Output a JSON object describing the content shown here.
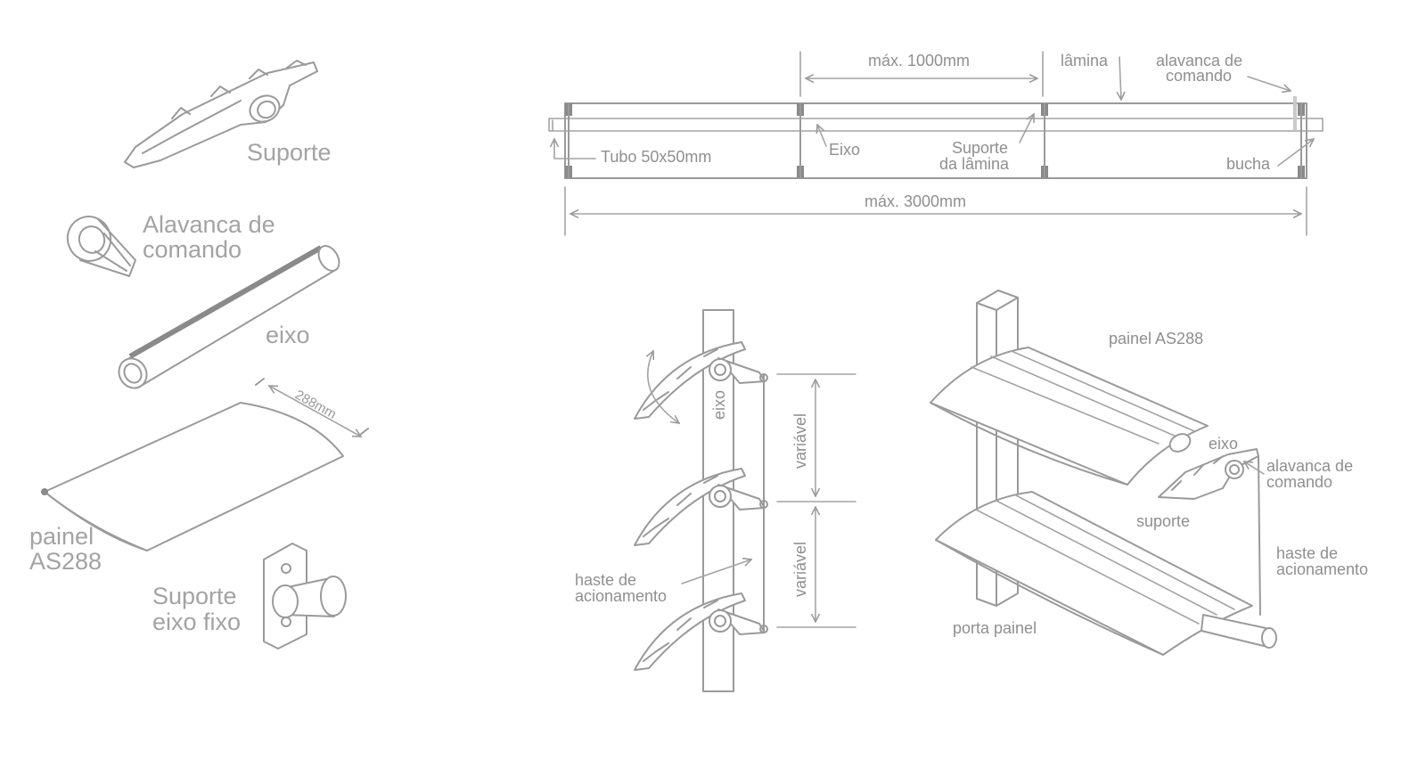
{
  "parts": {
    "suporte": "Suporte",
    "alavanca_l1": "Alavanca de",
    "alavanca_l2": "comando",
    "eixo": "eixo",
    "dim_288": "288mm",
    "painel_l1": "painel",
    "painel_l2": "AS288",
    "suporte_fixo_l1": "Suporte",
    "suporte_fixo_l2": "eixo fixo"
  },
  "plan": {
    "max_1000": "máx. 1000mm",
    "lamina": "lâmina",
    "alavanca_l1": "alavanca de",
    "alavanca_l2": "comando",
    "tubo": "Tubo 50x50mm",
    "eixo": "Eixo",
    "suporte_l1": "Suporte",
    "suporte_l2": "da lâmina",
    "bucha": "bucha",
    "max_3000": "máx. 3000mm"
  },
  "side": {
    "eixo": "eixo",
    "variavel_1": "variável",
    "variavel_2": "variável",
    "haste_l1": "haste de",
    "haste_l2": "acionamento"
  },
  "iso": {
    "painel": "painel AS288",
    "eixo": "eixo",
    "alavanca_l1": "alavanca de",
    "alavanca_l2": "comando",
    "suporte": "suporte",
    "haste_l1": "haste de",
    "haste_l2": "acionamento",
    "porta": "porta painel"
  },
  "colors": {
    "line": "#9a9a9a",
    "text": "#a3a3a3",
    "background": "#ffffff"
  }
}
